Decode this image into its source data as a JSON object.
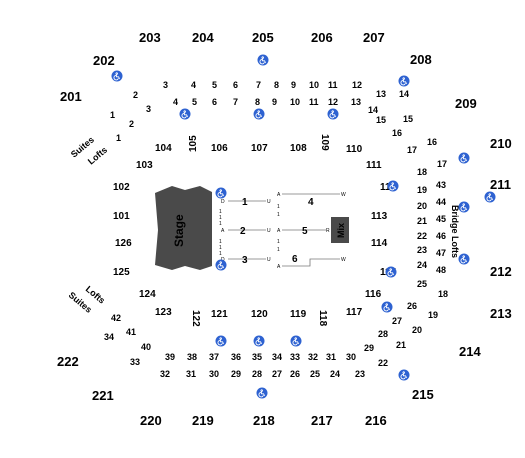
{
  "venue": {
    "stage_label": "Stage",
    "mix_label": "Mix",
    "colors": {
      "accessible": "#2e62d1",
      "stage": "#4a4a4a",
      "mix": "#4a4a4a",
      "lines": "#555555"
    }
  },
  "upper": {
    "s203": "203",
    "s204": "204",
    "s205": "205",
    "s206": "206",
    "s207": "207",
    "s202": "202",
    "s208": "208",
    "s201": "201",
    "s209": "209",
    "s210": "210",
    "s211": "211",
    "s212": "212",
    "s213": "213",
    "s214": "214",
    "s215": "215",
    "s216": "216",
    "s217": "217",
    "s218": "218",
    "s219": "219",
    "s220": "220",
    "s221": "221",
    "s222": "222"
  },
  "lower": {
    "s104": "104",
    "s105": "105",
    "s106": "106",
    "s107": "107",
    "s108": "108",
    "s109": "109",
    "s110": "110",
    "s103": "103",
    "s111": "111",
    "s102": "102",
    "s101": "101",
    "s126": "126",
    "s125": "125",
    "s112": "112",
    "s113": "113",
    "s114": "114",
    "s115": "115",
    "s116": "116",
    "s124": "124",
    "s123": "123",
    "s122": "122",
    "s121": "121",
    "s120": "120",
    "s119": "119",
    "s118": "118",
    "s117": "117"
  },
  "club_rows": {
    "top_outer": [
      "3",
      "4",
      "5",
      "6",
      "7",
      "8",
      "9",
      "10",
      "11",
      "12"
    ],
    "top_inner": [
      "4",
      "5",
      "6",
      "7",
      "8",
      "9",
      "10",
      "11",
      "12"
    ],
    "bottom_inner": [
      "39",
      "38",
      "37",
      "36",
      "35",
      "34",
      "33",
      "32",
      "31",
      "30"
    ],
    "bottom_outer": [
      "32",
      "31",
      "30",
      "29",
      "28",
      "27",
      "26",
      "25",
      "24",
      "23"
    ],
    "left_top": [
      "2",
      "3",
      "1",
      "2",
      "1"
    ],
    "left_bottom": [
      "42",
      "41",
      "40",
      "34",
      "33"
    ],
    "right_top": [
      "13",
      "14",
      "13",
      "14",
      "15",
      "15",
      "16",
      "16",
      "17",
      "17"
    ],
    "right_mid": [
      "18",
      "19",
      "20",
      "21",
      "22",
      "23",
      "24",
      "25",
      "43",
      "44",
      "45",
      "46",
      "47",
      "48",
      "18",
      "19"
    ],
    "right_bottom": [
      "29",
      "28",
      "27",
      "26",
      "22",
      "21",
      "20"
    ]
  },
  "suites": {
    "upper_left": "Suites",
    "lower_left": "Suites",
    "right": "Bridge Lofts"
  },
  "lofts": {
    "upper_left": "Lofts",
    "lower_left": "Lofts"
  },
  "floor": {
    "rows": [
      "1",
      "2",
      "3",
      "4",
      "5",
      "6"
    ],
    "markers": [
      "A",
      "D",
      "U",
      "W",
      "R",
      "1"
    ]
  }
}
